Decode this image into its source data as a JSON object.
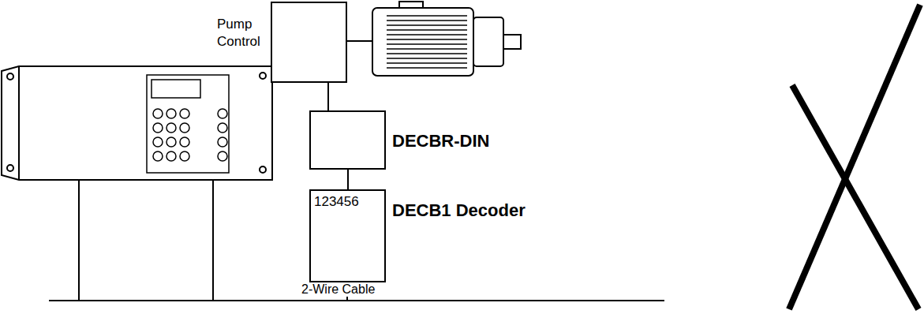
{
  "diagram": {
    "nodes": [
      {
        "text": [
          "Pump Control"
        ]
      },
      {
        "text": [
          "DECBR-DIN"
        ]
      },
      {
        "text": [
          "123456",
          "DECB1 Decoder"
        ]
      }
    ],
    "edges": [
      {
        "from": 0,
        "to": 1,
        "arrow": "none"
      },
      {
        "from": 1,
        "to": 2,
        "arrow": "none"
      }
    ],
    "labels": [
      "2-Wire Cable"
    ]
  }
}
